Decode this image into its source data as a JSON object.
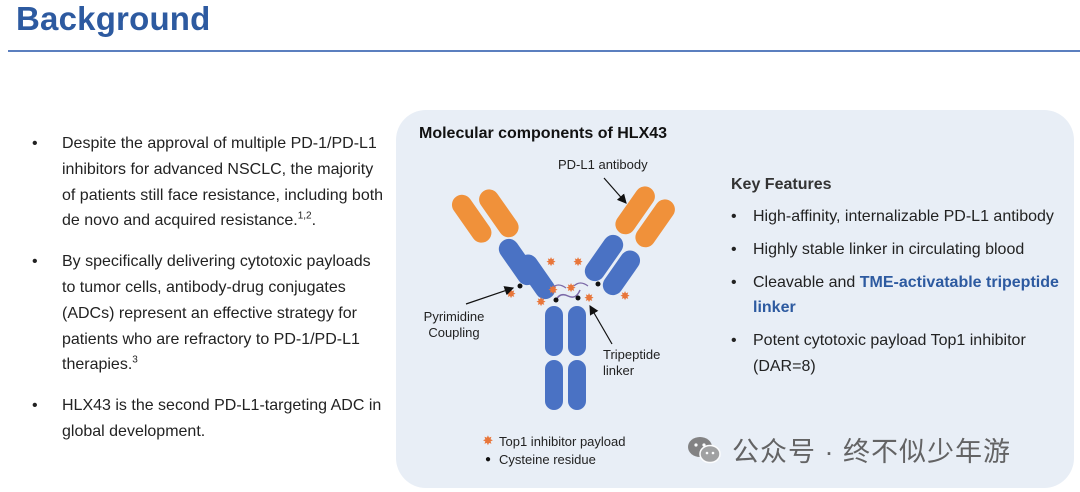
{
  "title": "Background",
  "bullets": [
    {
      "text": "Despite the approval of multiple PD-1/PD-L1 inhibitors for advanced NSCLC, the majority of patients still face resistance, including both de novo and acquired resistance.",
      "sup": "1,2",
      "tail": "."
    },
    {
      "text": "By specifically delivering cytotoxic payloads to tumor cells, antibody-drug conjugates (ADCs) represent an effective strategy for patients who are refractory to PD-1/PD-L1 therapies.",
      "sup": "3",
      "tail": ""
    },
    {
      "text": "HLX43 is the second PD-L1-targeting ADC in global development.",
      "sup": "",
      "tail": ""
    }
  ],
  "panel": {
    "title": "Molecular components of HLX43",
    "labels": {
      "antibody": "PD-L1 antibody",
      "coupling_line1": "Pyrimidine",
      "coupling_line2": "Coupling",
      "linker_line1": "Tripeptide",
      "linker_line2": "linker"
    },
    "legend": [
      {
        "symbol": "✸",
        "text": "Top1 inhibitor payload",
        "color": "#e8763a"
      },
      {
        "symbol": "●",
        "text": "Cysteine residue",
        "color": "#111111"
      }
    ],
    "features_title": "Key Features",
    "features": [
      {
        "text": "High-affinity, internalizable PD-L1 antibody",
        "highlight": ""
      },
      {
        "text": "Highly stable linker in circulating blood",
        "highlight": ""
      },
      {
        "text": "Cleavable and ",
        "highlight": "TME-activatable tripeptide linker"
      },
      {
        "text": "Potent cytotoxic payload Top1 inhibitor (DAR=8)",
        "highlight": ""
      }
    ]
  },
  "watermark": "公众号 · 终不似少年游",
  "colors": {
    "title": "#2d5aa0",
    "panel_bg": "#e8eef6",
    "heavy_chain": "#4a72c4",
    "light_chain": "#f0913a",
    "payload": "#e8763a"
  }
}
